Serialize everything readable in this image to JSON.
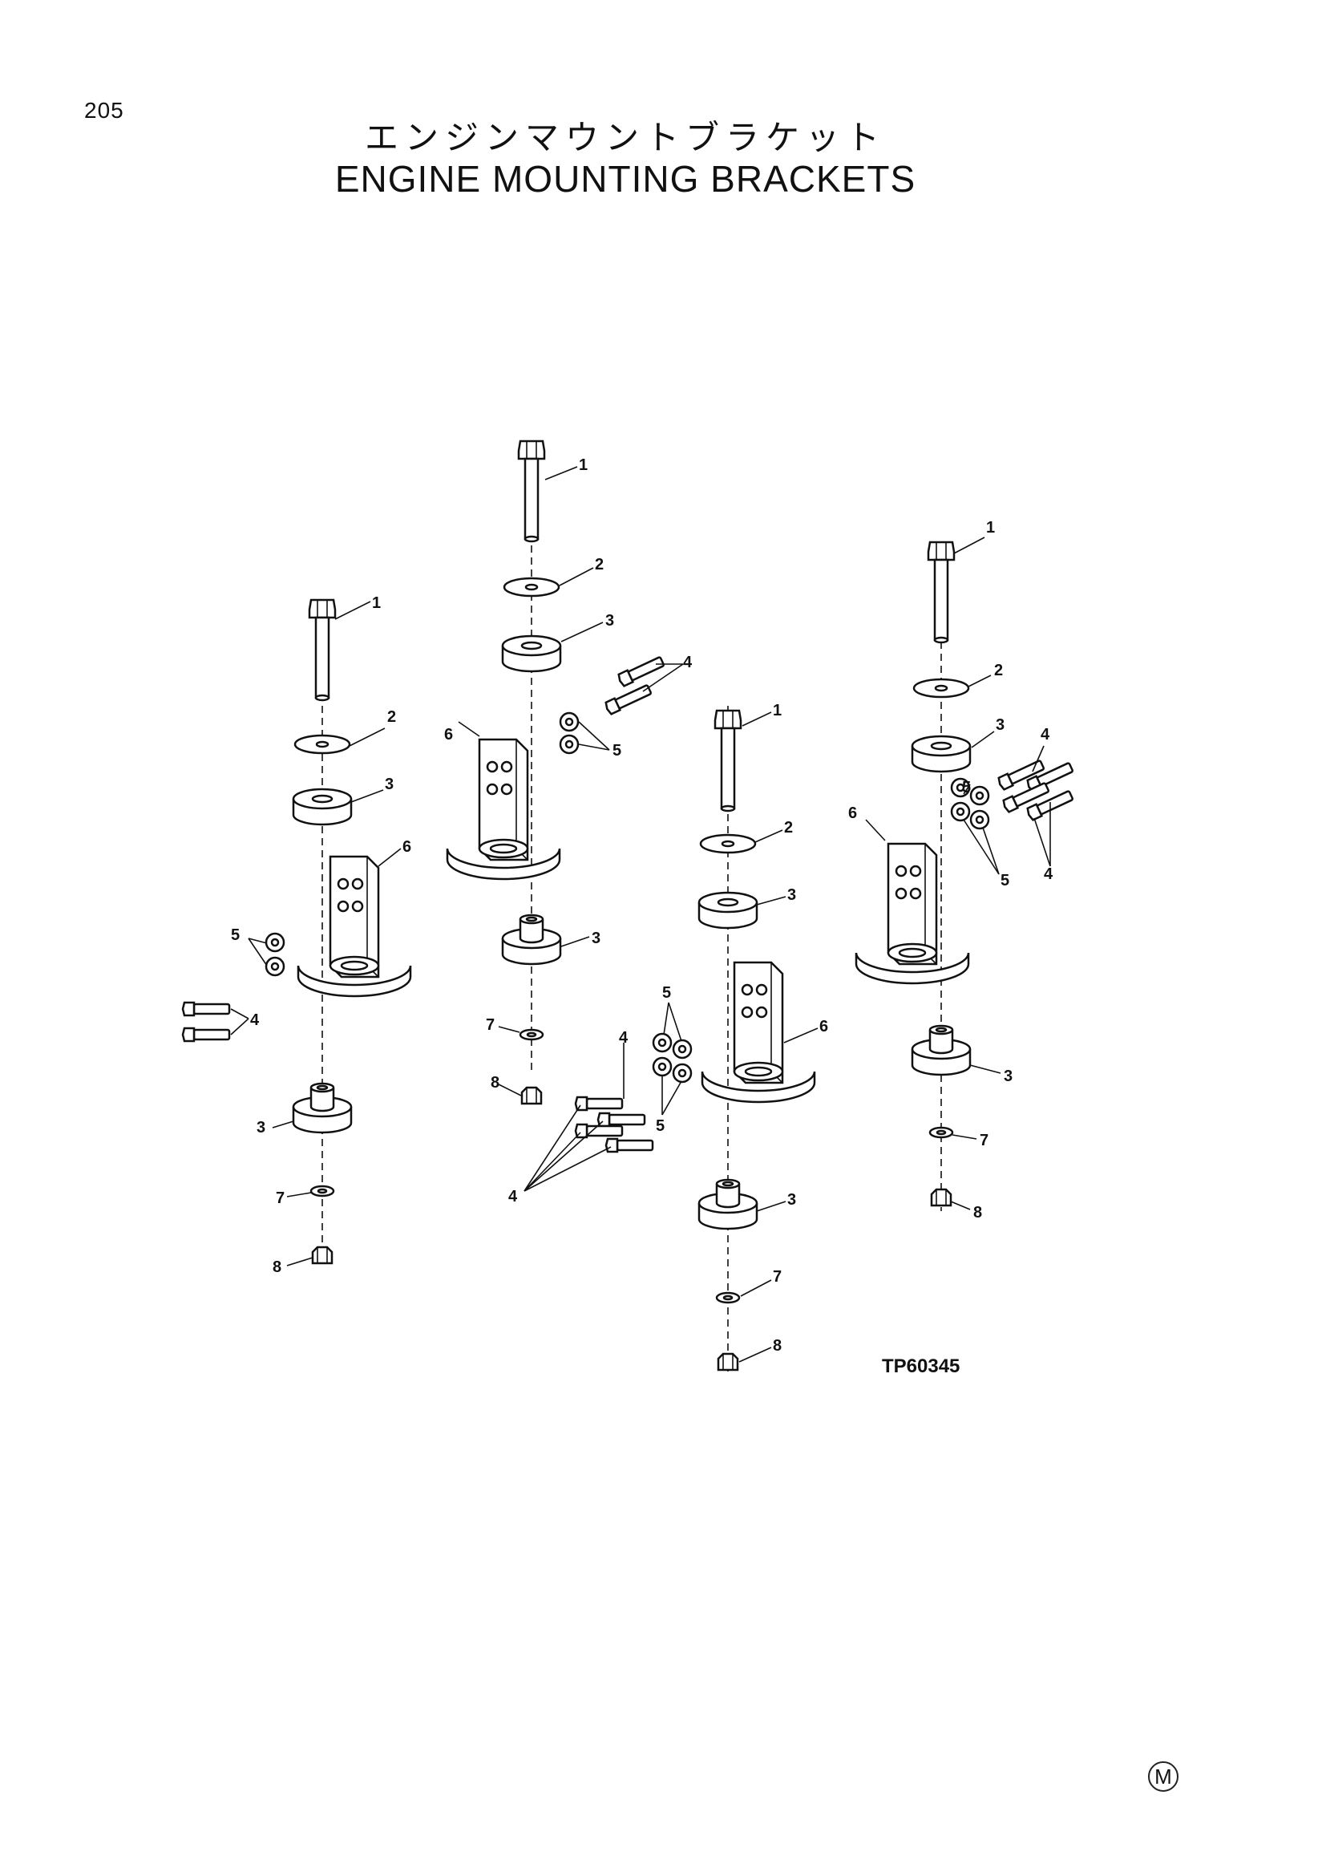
{
  "page": {
    "number": "205"
  },
  "title": {
    "japanese": "エンジンマウントブラケット",
    "english": "ENGINE MOUNTING BRACKETS"
  },
  "figure": {
    "code": "TP60345"
  },
  "mark": "M",
  "callouts": {
    "bolt": "1",
    "washer": "2",
    "rubber_mount": "3",
    "bracket_bolt": "4",
    "bracket_washer": "5",
    "bracket": "6",
    "lock_washer": "7",
    "nut": "8"
  }
}
